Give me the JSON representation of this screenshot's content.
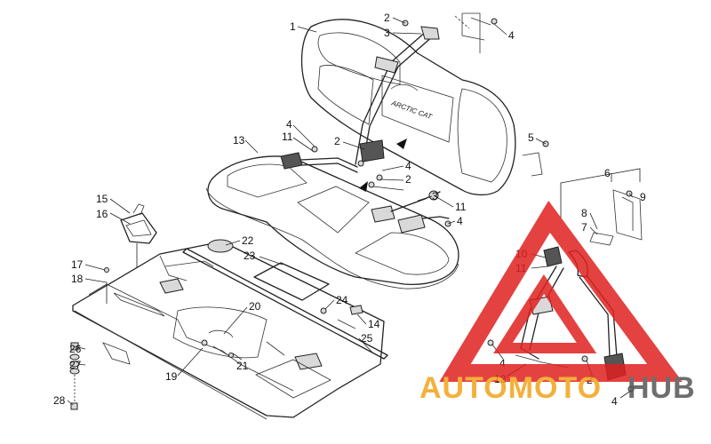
{
  "diagram": {
    "seat_logo": "ARCTIC CAT",
    "callouts": {
      "c1": "1",
      "c2a": "2",
      "c3a": "3",
      "c4a": "4",
      "c4b": "4",
      "c11a": "11",
      "c2b": "2",
      "c13": "13",
      "c5": "5",
      "c4c": "4",
      "c2c": "2",
      "c6": "6",
      "c9": "9",
      "c3b": "3",
      "c11b": "11",
      "c4d": "4",
      "c15": "15",
      "c16": "16",
      "c22": "22",
      "c23": "23",
      "c17": "17",
      "c18": "18",
      "c8": "8",
      "c7": "7",
      "c10": "10",
      "c11c": "11",
      "c24": "24",
      "c14": "14",
      "c20": "20",
      "c25": "25",
      "c26": "26",
      "c27": "27",
      "c21": "21",
      "c19": "19",
      "c4e": "4",
      "c12": "12",
      "c2d": "2",
      "c4f": "4",
      "c28": "28"
    }
  },
  "watermark": {
    "brand_part1": "AUTOMOTO",
    "brand_part2": "HUB",
    "triangle_color": "#e02020",
    "text_color_1": "#f2a31a",
    "text_color_2": "#555555"
  }
}
